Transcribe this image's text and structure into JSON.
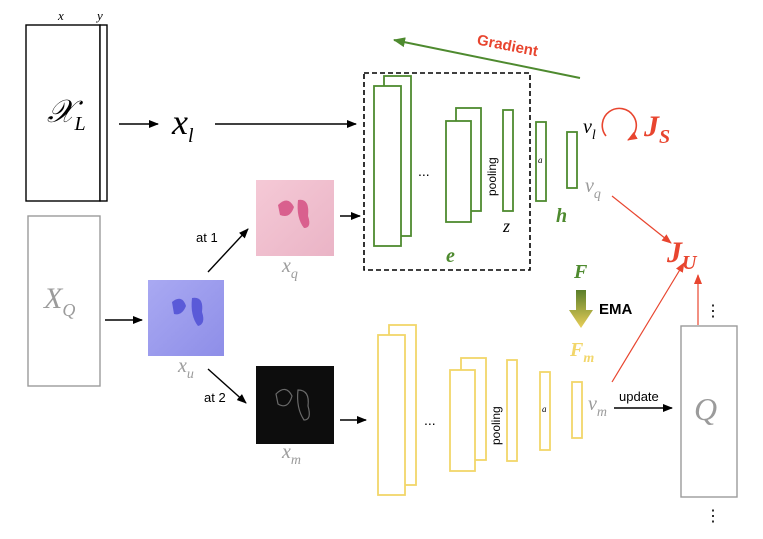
{
  "colors": {
    "black": "#000000",
    "gray": "#9b9b9b",
    "green": "#4e8a2f",
    "yellow": "#f2d66a",
    "red": "#e8452f"
  },
  "labels": {
    "x_col": "x",
    "y_col": "y",
    "XL_main": "𝒳",
    "XL_sub": "L",
    "xl_main": "x",
    "xl_sub": "l",
    "XQ_main": "X",
    "XQ_sub": "Q",
    "xu_main": "x",
    "xu_sub": "u",
    "xq_main": "x",
    "xq_sub": "q",
    "xm_main": "x",
    "xm_sub": "m",
    "at1": "at 1",
    "at2": "at 2",
    "dots": "...",
    "pooling": "pooling",
    "a": "a",
    "z": "z",
    "h": "h",
    "e": "e",
    "vl_main": "v",
    "vl_sub": "l",
    "vq_main": "v",
    "vq_sub": "q",
    "vm_main": "v",
    "vm_sub": "m",
    "JS_main": "J",
    "JS_sub": "S",
    "JU_main": "J",
    "JU_sub": "U",
    "gradient": "Gradient",
    "F": "F",
    "EMA": "EMA",
    "Fm_main": "F",
    "Fm_sub": "m",
    "update": "update",
    "Q": "Q",
    "vdots": "⋮"
  }
}
